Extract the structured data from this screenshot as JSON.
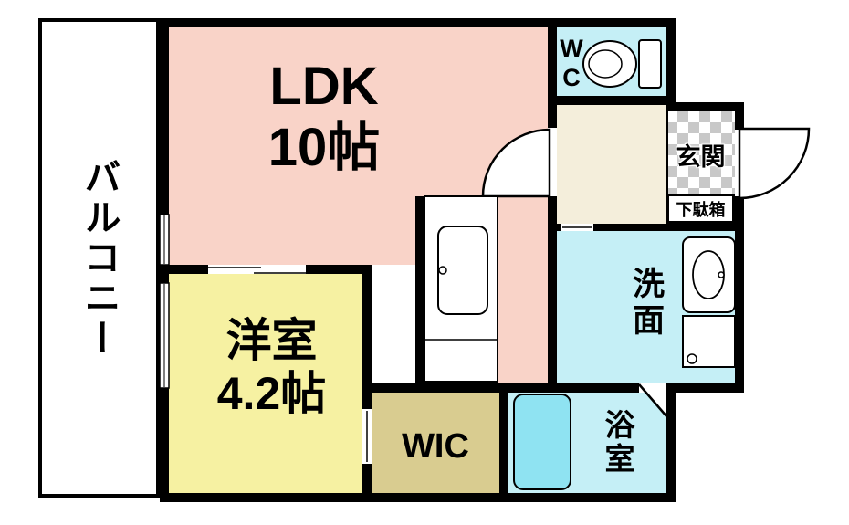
{
  "floorplan": {
    "rooms": {
      "balcony": {
        "label": "バルコニー"
      },
      "ldk": {
        "line1": "LDK",
        "line2": "10帖"
      },
      "western_room": {
        "line1": "洋室",
        "line2": "4.2帖"
      },
      "wic": {
        "label": "WIC"
      },
      "wc": {
        "label": "WC"
      },
      "genkan": {
        "label": "玄関"
      },
      "shoe_cabinet": {
        "label": "下駄箱"
      },
      "washroom": {
        "label": "洗面"
      },
      "bathroom": {
        "label": "浴室"
      }
    },
    "colors": {
      "ldk": "#f9d3c8",
      "western_room": "#f6f1a2",
      "wic": "#d9cc90",
      "wet_area": "#c5eff6",
      "hallway": "#f4eedb",
      "bathtub": "#8fe3f2",
      "wall": "#000000",
      "checker": "#c8c8c8",
      "background": "#ffffff"
    }
  }
}
